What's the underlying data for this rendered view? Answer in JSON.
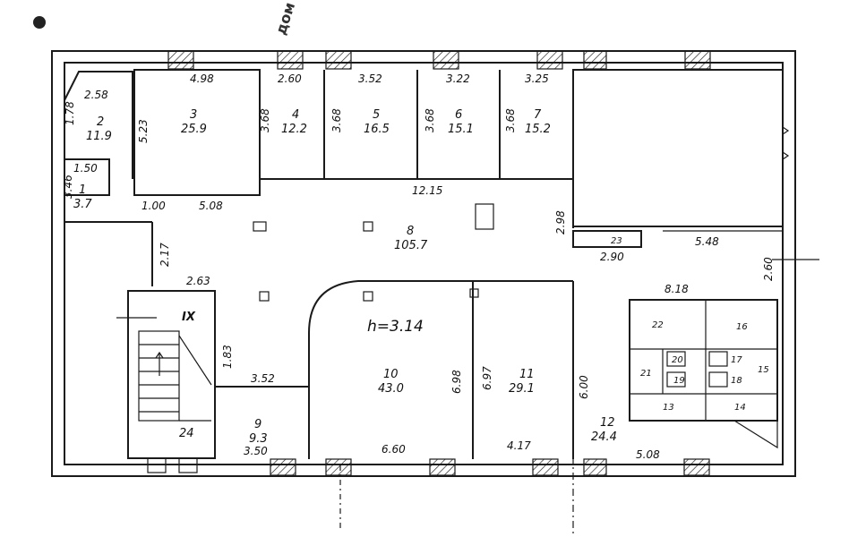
{
  "stamp": {
    "text": "дом № ...ушатн"
  },
  "height_note": "h=3.14",
  "stair_label": "IX",
  "rooms": [
    {
      "id": "1",
      "number": "1",
      "area": "3.7"
    },
    {
      "id": "2",
      "number": "2",
      "area": "11.9"
    },
    {
      "id": "3",
      "number": "3",
      "area": "25.9"
    },
    {
      "id": "4",
      "number": "4",
      "area": "12.2"
    },
    {
      "id": "5",
      "number": "5",
      "area": "16.5"
    },
    {
      "id": "6",
      "number": "6",
      "area": "15.1"
    },
    {
      "id": "7",
      "number": "7",
      "area": "15.2"
    },
    {
      "id": "8",
      "number": "8",
      "area": "105.7"
    },
    {
      "id": "9",
      "number": "9",
      "area": "9.3"
    },
    {
      "id": "10",
      "number": "10",
      "area": "43.0"
    },
    {
      "id": "11",
      "number": "11",
      "area": "29.1"
    },
    {
      "id": "12",
      "number": "12",
      "area": "24.4"
    },
    {
      "id": "13",
      "number": "13"
    },
    {
      "id": "14",
      "number": "14"
    },
    {
      "id": "15",
      "number": "15"
    },
    {
      "id": "16",
      "number": "16"
    },
    {
      "id": "17",
      "number": "17"
    },
    {
      "id": "18",
      "number": "18"
    },
    {
      "id": "19",
      "number": "19"
    },
    {
      "id": "20",
      "number": "20"
    },
    {
      "id": "21",
      "number": "21"
    },
    {
      "id": "22",
      "number": "22"
    },
    {
      "id": "23",
      "number": "23"
    },
    {
      "id": "24",
      "number": "24"
    }
  ],
  "dimensions": {
    "d258": "2.58",
    "d178": "1.78",
    "d150": "1.50",
    "d498": "4.98",
    "d260": "2.60",
    "d352a": "3.52",
    "d322": "3.22",
    "d325": "3.25",
    "d523": "5.23",
    "d368a": "3.68",
    "d368b": "3.68",
    "d368c": "3.68",
    "d368d": "3.68",
    "d1215": "12.15",
    "d508a": "5.08",
    "d298": "2.98",
    "d290": "2.90",
    "d548": "5.48",
    "d260b": "2.60",
    "d217": "2.17",
    "d263": "2.63",
    "d818": "8.18",
    "d183": "1.83",
    "d352b": "3.52",
    "d350": "3.50",
    "d660": "6.60",
    "d417": "4.17",
    "d508b": "5.08",
    "d698": "6.98",
    "d697": "6.97",
    "d600": "6.00",
    "d346": "3.46",
    "d100": "1.00"
  }
}
